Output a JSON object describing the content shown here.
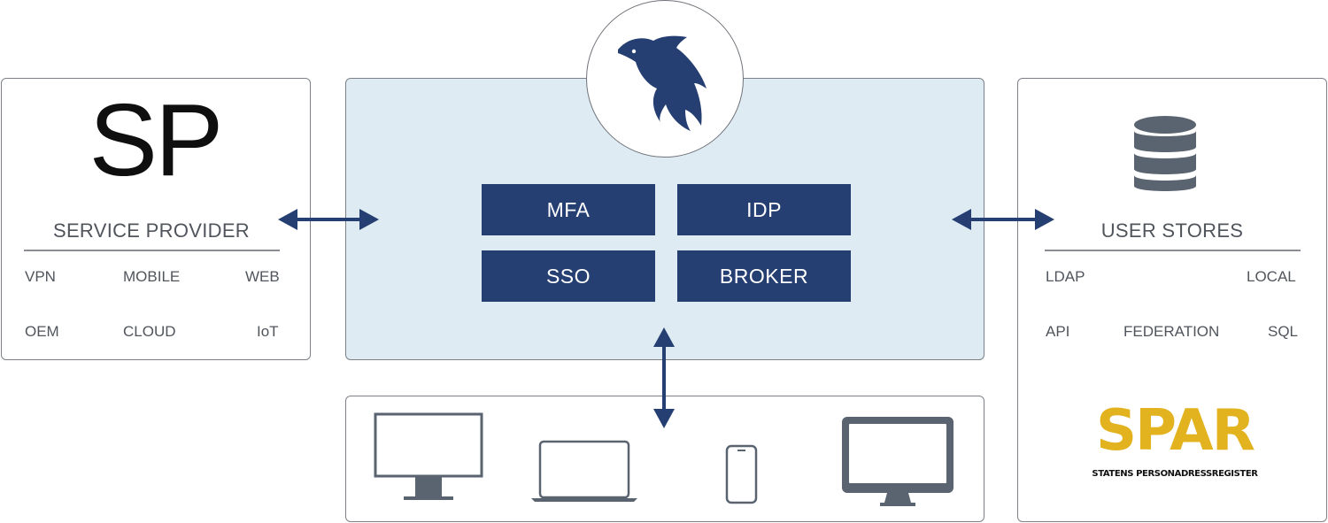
{
  "service_provider": {
    "big_text": "SP",
    "heading": "SERVICE PROVIDER",
    "items": [
      "VPN",
      "MOBILE",
      "WEB",
      "OEM",
      "CLOUD",
      "IoT"
    ]
  },
  "core": {
    "tiles": [
      "MFA",
      "IDP",
      "SSO",
      "BROKER"
    ]
  },
  "user_stores": {
    "heading": "USER STORES",
    "items": [
      "LDAP",
      "LOCAL",
      "API",
      "FEDERATION",
      "SQL"
    ],
    "logo": {
      "word": "SPAR",
      "subtitle": "STATENS PERSONADRESSREGISTER"
    }
  },
  "devices": {
    "icons": [
      "desktop-monitor-icon",
      "laptop-icon",
      "smartphone-icon",
      "imac-icon"
    ]
  },
  "colors": {
    "navy": "#263f72",
    "core_bg": "#deebf2",
    "device_gray": "#5a6370",
    "spar_gold": "#e2b21f"
  }
}
